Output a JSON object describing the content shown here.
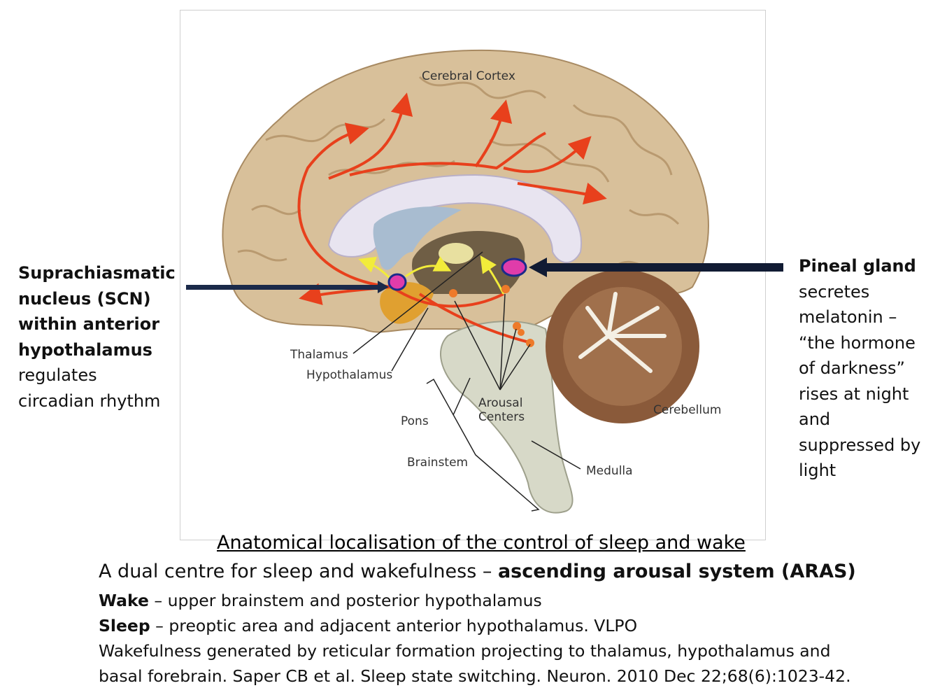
{
  "diagram": {
    "labels": {
      "cerebral_cortex": "Cerebral Cortex",
      "thalamus": "Thalamus",
      "hypothalamus": "Hypothalamus",
      "pons": "Pons",
      "arousal_1": "Arousal",
      "arousal_2": "Centers",
      "brainstem": "Brainstem",
      "medulla": "Medulla",
      "cerebellum": "Cerebellum"
    },
    "colors": {
      "cortex": "#d8c09a",
      "pathway": "#e8401c",
      "pineal_marker": "#e03caa",
      "arrow": "#1b2a4a",
      "brainstem": "#d7d9c8"
    }
  },
  "left_note": {
    "bold_lines": [
      "Suprachiasmatic",
      "nucleus (SCN)",
      "within anterior",
      "hypothalamus"
    ],
    "lines": [
      "regulates",
      "circadian rhythm"
    ]
  },
  "right_note": {
    "bold_line": "Pineal gland",
    "lines": [
      "secretes",
      "melatonin –",
      "“the hormone",
      "of darkness”",
      "rises at night",
      "and",
      "suppressed by",
      "light"
    ]
  },
  "caption": {
    "title": "Anatomical localisation of the control of sleep and wake",
    "line1_prefix": "A dual centre for sleep and wakefulness – ",
    "line1_bold": "ascending arousal system (ARAS)",
    "line2_bold": "Wake",
    "line2_rest": " – upper brainstem and posterior hypothalamus",
    "line3_bold": "Sleep",
    "line3_rest": " – preoptic area and adjacent anterior hypothalamus. VLPO",
    "line4": "Wakefulness generated by reticular formation projecting to thalamus, hypothalamus and",
    "line5": "basal forebrain. Saper CB et al. Sleep state switching. Neuron. 2010 Dec 22;68(6):1023-42."
  }
}
